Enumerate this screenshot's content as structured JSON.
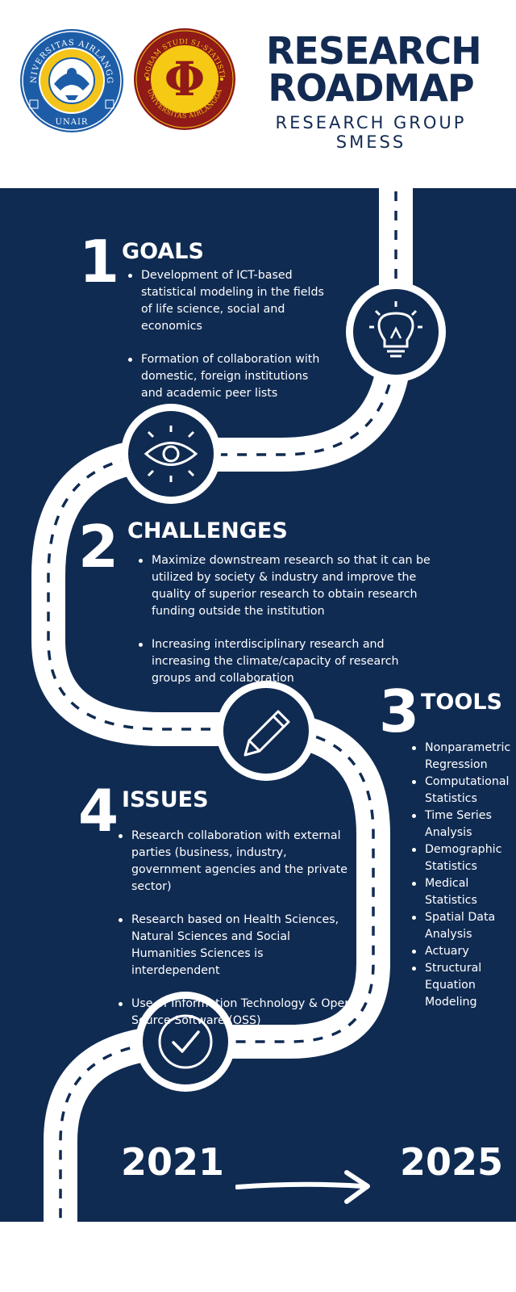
{
  "header": {
    "title_line1": "RESEARCH",
    "title_line2": "ROADMAP",
    "subtitle_line1": "RESEARCH GROUP",
    "subtitle_line2": "SMESS",
    "logo_unair": {
      "ring_text": "UNIVERSITAS AIRLANGGA",
      "bottom_text": "UNAIR",
      "colors": {
        "ring": "#1d5da8",
        "inner": "#f4c41a"
      }
    },
    "logo_stat": {
      "ring_text": "PROGRAM STUDI S1-STATISTIKA",
      "bottom_text": "UNIVERSITAS AIRLANGGA",
      "symbol": "Φ",
      "colors": {
        "ring": "#8f1a17",
        "inner": "#f5c914"
      }
    }
  },
  "goals": {
    "number": "1",
    "title": "GOALS",
    "icon": "lightbulb-icon",
    "items": [
      "Development of ICT-based statistical modeling in the fields of life science, social and economics",
      "Formation of collaboration with domestic, foreign institutions and academic peer lists"
    ]
  },
  "challenges": {
    "number": "2",
    "title": "CHALLENGES",
    "icon": "eye-icon",
    "items": [
      "Maximize downstream research so that it can be utilized by society & industry and improve the quality of superior research to obtain research funding outside the institution",
      "Increasing interdisciplinary research and increasing the climate/capacity of research groups and collaboration"
    ]
  },
  "tools": {
    "number": "3",
    "title": "TOOLS",
    "icon": "pencil-icon",
    "items": [
      "Nonparametric Regression",
      "Computational Statistics",
      "Time Series Analysis",
      "Demographic Statistics",
      "Medical Statistics",
      "Spatial Data Analysis",
      "Actuary",
      "Structural Equation Modeling"
    ]
  },
  "issues": {
    "number": "4",
    "title": "ISSUES",
    "icon": "check-circle-icon",
    "items": [
      "Research collaboration with external parties (business, industry, government agencies and the private sector)",
      "Research based on Health Sciences, Natural Sciences and Social Humanities Sciences is interdependent",
      "Use of Information Technology & Open Source Software (OSS)"
    ]
  },
  "timeline": {
    "start": "2021",
    "end": "2025",
    "icon": "arrow-right-icon"
  },
  "colors": {
    "navy": "#102b52",
    "title_navy": "#132b52",
    "white": "#ffffff"
  }
}
